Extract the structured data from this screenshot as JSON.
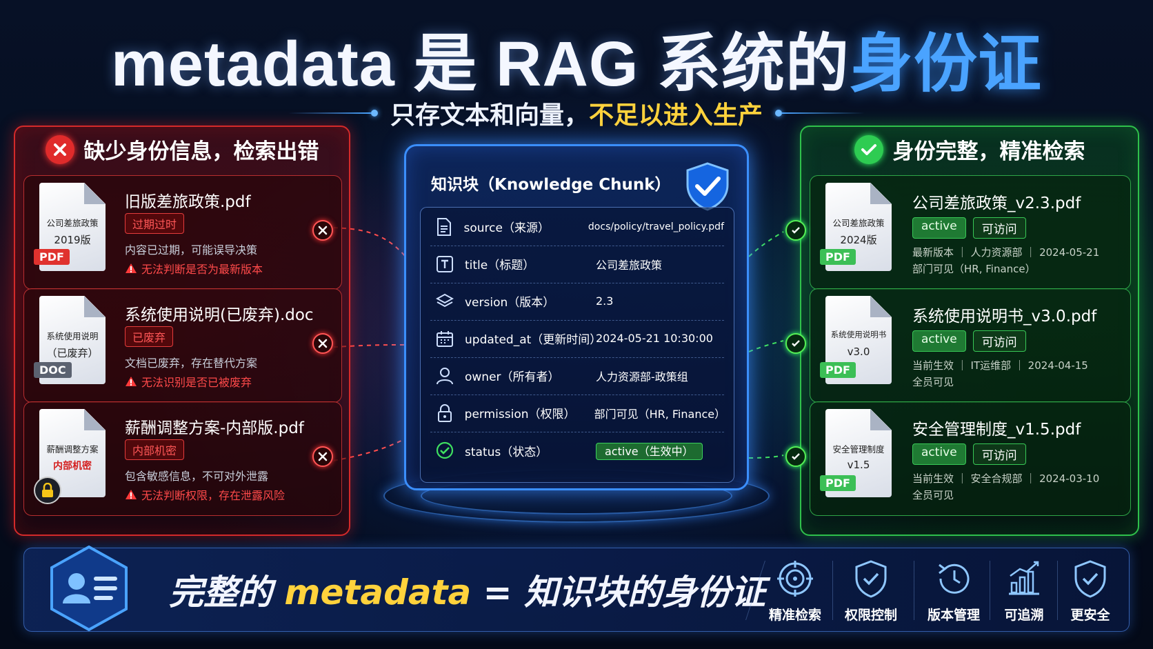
{
  "title": {
    "part1": "metadata 是 RAG 系统的",
    "highlight": "身份证"
  },
  "subtitle": {
    "part1": "只存文本和向量，",
    "highlight": "不足以进入生产"
  },
  "left_panel": {
    "heading": "缺少身份信息，检索出错",
    "cards": [
      {
        "doc_line1": "公司差旅政策",
        "doc_line2": "2019版",
        "file_tag": "PDF",
        "title": "旧版差旅政策.pdf",
        "tag": "过期过时",
        "desc": "内容已过期，可能误导决策",
        "warn": "无法判断是否为最新版本"
      },
      {
        "doc_line1": "系统使用说明",
        "doc_line2": "（已废弃）",
        "file_tag": "DOC",
        "title": "系统使用说明(已废弃).doc",
        "tag": "已废弃",
        "desc": "文档已废弃，存在替代方案",
        "warn": "无法识别是否已被废弃"
      },
      {
        "doc_line1": "薪酬调整方案",
        "doc_line2": "内部机密",
        "file_tag": "",
        "title": "薪酬调整方案-内部版.pdf",
        "tag": "内部机密",
        "desc": "包含敏感信息，不可对外泄露",
        "warn": "无法判断权限，存在泄露风险"
      }
    ]
  },
  "chunk": {
    "title": "知识块（Knowledge Chunk）",
    "rows": [
      {
        "key": "source（来源）",
        "value": "docs/policy/travel_policy.pdf"
      },
      {
        "key": "title（标题）",
        "value": "公司差旅政策"
      },
      {
        "key": "version（版本）",
        "value": "2.3"
      },
      {
        "key": "updated_at（更新时间）",
        "value": "2024-05-21 10:30:00"
      },
      {
        "key": "owner（所有者）",
        "value": "人力资源部-政策组"
      },
      {
        "key": "permission（权限）",
        "value": "部门可见（HR, Finance）"
      },
      {
        "key": "status（状态）",
        "value": "active（生效中）"
      }
    ]
  },
  "right_panel": {
    "heading": "身份完整，精准检索",
    "cards": [
      {
        "doc_line1": "公司差旅政策",
        "doc_line2": "2024版",
        "file_tag": "PDF",
        "title": "公司差旅政策_v2.3.pdf",
        "tag1": "active",
        "tag2": "可访问",
        "meta1": "最新版本 ｜ 人力资源部 ｜ 2024-05-21",
        "meta2": "部门可见（HR, Finance）"
      },
      {
        "doc_line1": "系统使用说明书",
        "doc_line2": "v3.0",
        "file_tag": "PDF",
        "title": "系统使用说明书_v3.0.pdf",
        "tag1": "active",
        "tag2": "可访问",
        "meta1": "当前生效 ｜ IT运维部 ｜ 2024-04-15",
        "meta2": "全员可见"
      },
      {
        "doc_line1": "安全管理制度",
        "doc_line2": "v1.5",
        "file_tag": "PDF",
        "title": "安全管理制度_v1.5.pdf",
        "tag1": "active",
        "tag2": "可访问",
        "meta1": "当前生效 ｜ 安全合规部 ｜ 2024-03-10",
        "meta2": "全员可见"
      }
    ]
  },
  "bottom": {
    "slogan_part1": "完整的 ",
    "slogan_highlight": "metadata",
    "slogan_part2": " = 知识块的身份证",
    "features": [
      {
        "icon": "target-icon",
        "label": "精准检索"
      },
      {
        "icon": "shield-check-icon",
        "label": "权限控制"
      },
      {
        "icon": "clock-history-icon",
        "label": "版本管理"
      },
      {
        "icon": "chart-up-icon",
        "label": "可追溯"
      },
      {
        "icon": "shield-check-icon",
        "label": "更安全"
      }
    ]
  },
  "colors": {
    "red": "#e02b2b",
    "green": "#2ecc52",
    "blue": "#3b8fff",
    "yellow": "#ffd23c"
  }
}
